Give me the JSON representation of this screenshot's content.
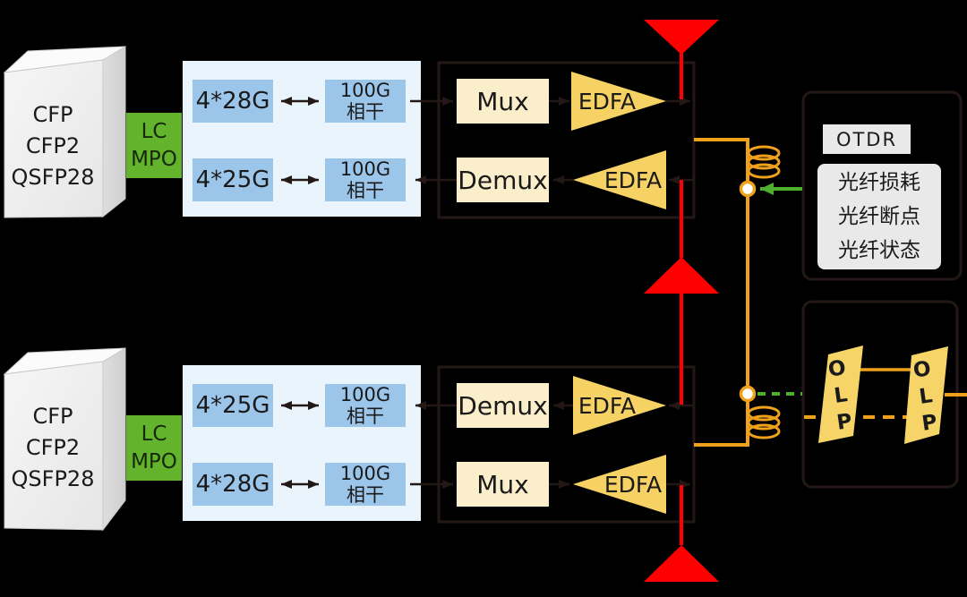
{
  "palette": {
    "background": "#000000",
    "panel_blue": "#eaf4fc",
    "client_blue": "#9cc5ea",
    "connector_green": "#64b32c",
    "mux_cream": "#fbeecb",
    "edfa_gold": "#f5d263",
    "line_dark": "#231815",
    "fiber_red": "#fe0000",
    "fiber_orange": "#f0a11c",
    "otdr_green": "#4faf2f",
    "gray_box": "#e9e9e9"
  },
  "terminal_top": {
    "module_line1": "CFP",
    "module_line2": "CFP2",
    "module_line3": "QSFP28",
    "connector_line1": "LC",
    "connector_line2": "MPO",
    "row1_client": "4*28G",
    "row2_client": "4*25G"
  },
  "terminal_bottom": {
    "module_line1": "CFP",
    "module_line2": "CFP2",
    "module_line3": "QSFP28",
    "connector_line1": "LC",
    "connector_line2": "MPO",
    "row1_client": "4*25G",
    "row2_client": "4*28G"
  },
  "common": {
    "coherent_line1": "100G",
    "coherent_line2": "相干",
    "mux": "Mux",
    "demux": "Demux",
    "edfa": "EDFA"
  },
  "otdr": {
    "title": "OTDR",
    "item1": "光纤损耗",
    "item2": "光纤断点",
    "item3": "光纤状态"
  },
  "olp": {
    "char1": "O",
    "char2": "L",
    "char3": "P"
  }
}
